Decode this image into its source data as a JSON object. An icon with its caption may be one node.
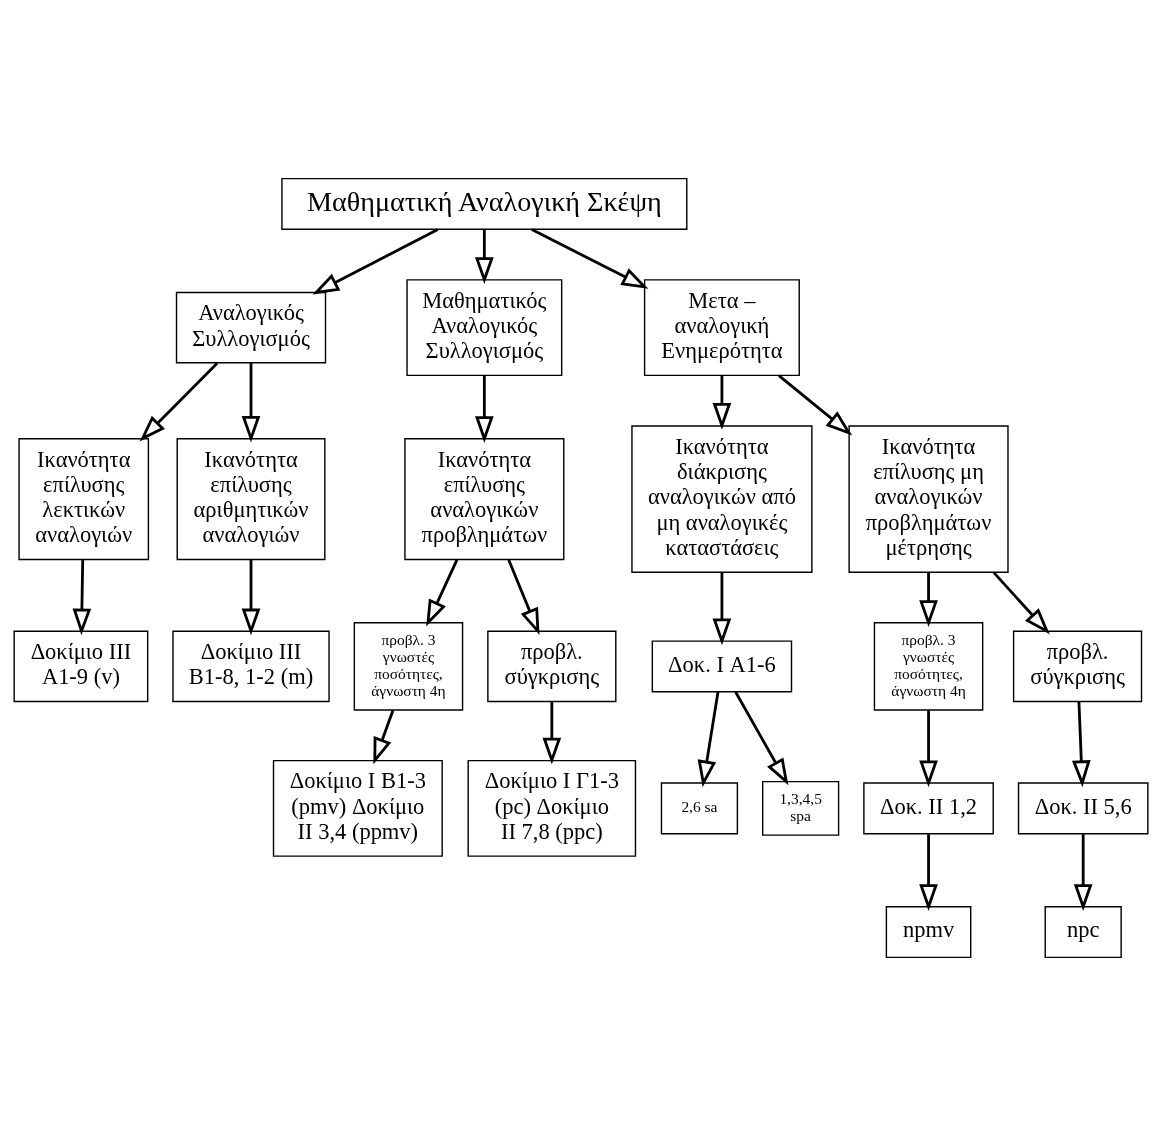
{
  "diagram": {
    "nodes": [
      {
        "text": [
          "Μαθηματική Αναλογική Σκέψη"
        ]
      },
      {
        "text": [
          "Αναλογικός Συλλογισμός"
        ]
      },
      {
        "text": [
          "Μαθηματικός Αναλογικός Συλλογισμός"
        ]
      },
      {
        "text": [
          "Μετα – αναλογική Ενημερότητα"
        ]
      },
      {
        "text": [
          "Ικανότητα επίλυσης λεκτικών αναλογιών"
        ]
      },
      {
        "text": [
          "Ικανότητα επίλυσης αριθμητικών αναλογιών"
        ]
      },
      {
        "text": [
          "Ικανότητα επίλυσης αναλογικών προβλημάτων"
        ]
      },
      {
        "text": [
          "Ικανότητα διάκρισης αναλογικών από μη αναλογικές καταστάσεις"
        ]
      },
      {
        "text": [
          "Ικανότητα επίλυσης μη αναλογικών προβλημάτων μέτρησης"
        ]
      },
      {
        "text": [
          "προβλ. 3 γνωστές ποσότητες, άγνωστη 4η"
        ]
      },
      {
        "text": [
          "προβλ. σύγκρισης"
        ]
      },
      {
        "text": [
          "προβλ. 3 γνωστές ποσότητες, άγνωστη 4η"
        ]
      },
      {
        "text": [
          "προβλ. σύγκρισης"
        ]
      },
      {
        "text": [
          "Δοκίμιο III Α1-9 (v)"
        ]
      },
      {
        "text": [
          "Δοκίμιο III Β1-8, 1-2 (m)"
        ]
      },
      {
        "text": [
          "Δοκίμιο I Β1-3 (pmv) Δοκίμιο II 3,4 (ppmv)"
        ]
      },
      {
        "text": [
          "Δοκίμιο I Γ1-3 (pc) Δοκίμιο II 7,8 (ppc)"
        ]
      },
      {
        "text": [
          "Δοκ. I Α1-6"
        ]
      },
      {
        "text": [
          "Δοκ. II 1,2"
        ]
      },
      {
        "text": [
          "Δοκ. II 5,6"
        ]
      },
      {
        "text": [
          "2,6 sa"
        ]
      },
      {
        "text": [
          "1,3,4,5 spa"
        ]
      },
      {
        "text": [
          "npmv"
        ]
      },
      {
        "text": [
          "npc"
        ]
      }
    ],
    "edges": [
      {
        "from": 0,
        "to": 1,
        "arrow": "to"
      },
      {
        "from": 0,
        "to": 2,
        "arrow": "to"
      },
      {
        "from": 0,
        "to": 3,
        "arrow": "to"
      },
      {
        "from": 1,
        "to": 4,
        "arrow": "to"
      },
      {
        "from": 1,
        "to": 5,
        "arrow": "to"
      },
      {
        "from": 2,
        "to": 6,
        "arrow": "to"
      },
      {
        "from": 3,
        "to": 7,
        "arrow": "to"
      },
      {
        "from": 3,
        "to": 8,
        "arrow": "to"
      },
      {
        "from": 4,
        "to": 13,
        "arrow": "to"
      },
      {
        "from": 5,
        "to": 14,
        "arrow": "to"
      },
      {
        "from": 6,
        "to": 9,
        "arrow": "to"
      },
      {
        "from": 6,
        "to": 10,
        "arrow": "to"
      },
      {
        "from": 9,
        "to": 15,
        "arrow": "to"
      },
      {
        "from": 10,
        "to": 16,
        "arrow": "to"
      },
      {
        "from": 7,
        "to": 17,
        "arrow": "to"
      },
      {
        "from": 8,
        "to": 11,
        "arrow": "to"
      },
      {
        "from": 8,
        "to": 12,
        "arrow": "to"
      },
      {
        "from": 11,
        "to": 18,
        "arrow": "to"
      },
      {
        "from": 12,
        "to": 19,
        "arrow": "to"
      },
      {
        "from": 17,
        "to": 20,
        "arrow": "to"
      },
      {
        "from": 17,
        "to": 21,
        "arrow": "to"
      },
      {
        "from": 18,
        "to": 22,
        "arrow": "to"
      },
      {
        "from": 19,
        "to": 23,
        "arrow": "to"
      }
    ]
  }
}
